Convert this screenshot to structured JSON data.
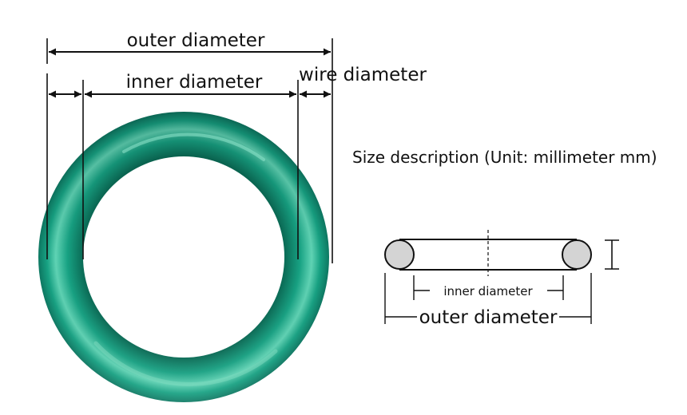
{
  "labels": {
    "outer_diameter": "outer diameter",
    "inner_diameter": "inner diameter",
    "wire_diameter": "wire diameter",
    "size_description": "Size description (Unit: millimeter mm)",
    "small_inner_diameter": "inner diameter",
    "small_outer_diameter": "outer diameter"
  },
  "colors": {
    "ring_dark": "#0b6e58",
    "ring_main": "#15977a",
    "ring_light": "#5fd3b4",
    "line": "#111111",
    "section_fill": "#d4d4d4"
  }
}
